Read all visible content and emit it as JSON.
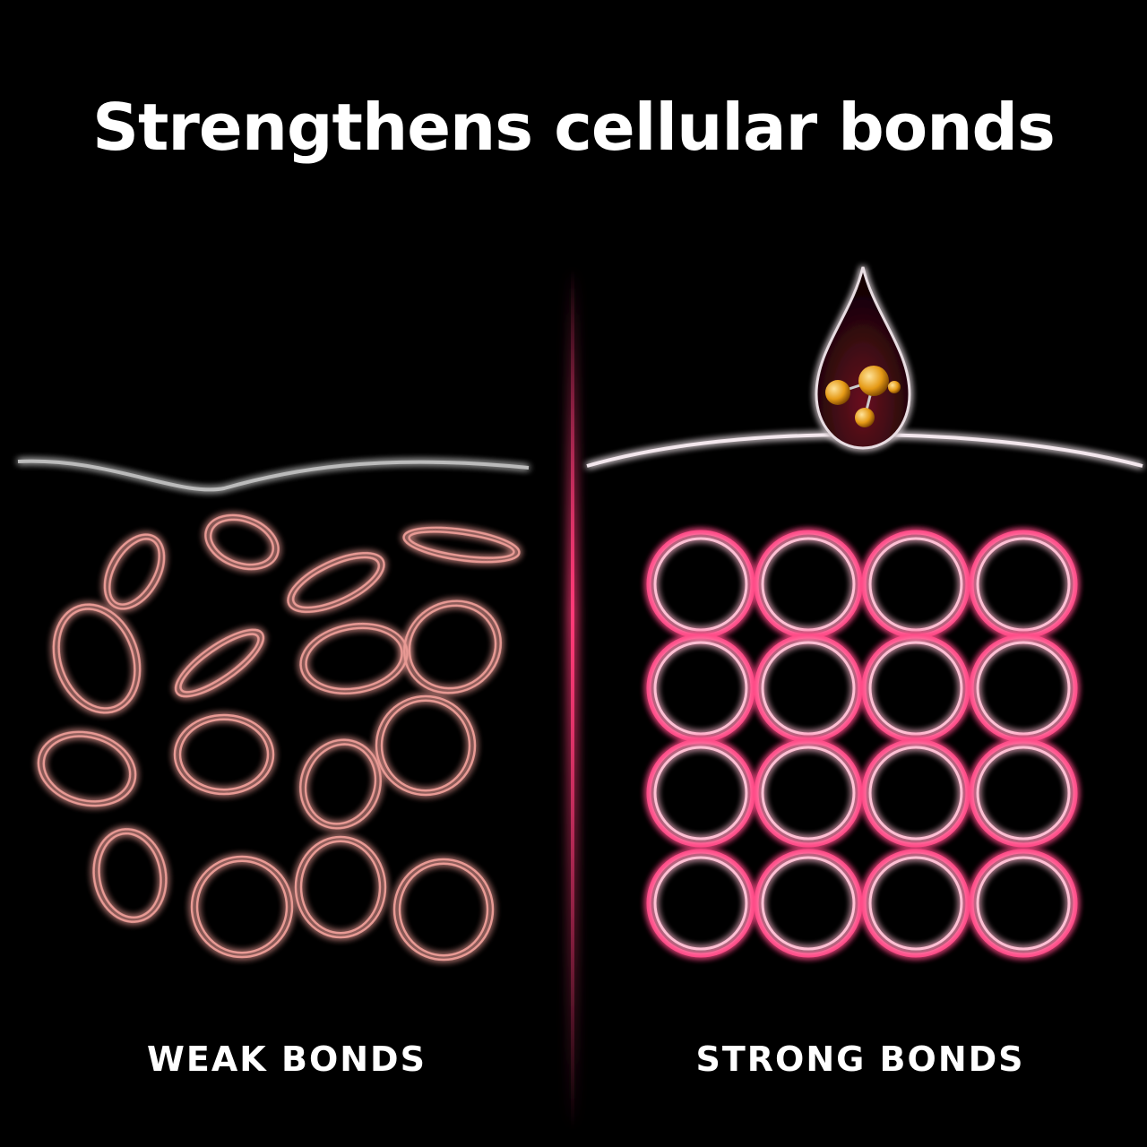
{
  "title": "Strengthens cellular bonds",
  "panels": {
    "left": {
      "label": "WEAK BONDS"
    },
    "right": {
      "label": "STRONG BONDS"
    }
  },
  "colors": {
    "weak_cell": "#e89a94",
    "strong_cell": "#ff4a86",
    "divider": "#ff3a78",
    "molecule": "#f0a020"
  }
}
